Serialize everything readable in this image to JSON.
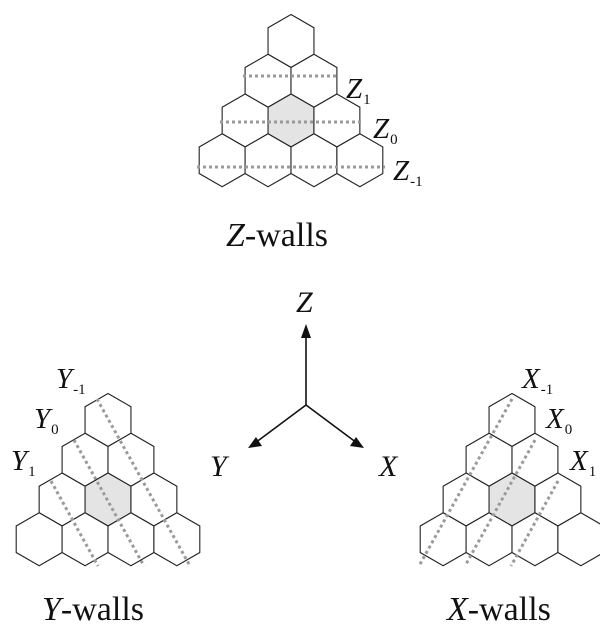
{
  "panels": [
    {
      "id": "z",
      "caption_letter": "Z",
      "caption_suffix": "-walls",
      "wall_labels": [
        {
          "letter": "Z",
          "sub": "1"
        },
        {
          "letter": "Z",
          "sub": "0"
        },
        {
          "letter": "Z",
          "sub": "-1"
        }
      ]
    },
    {
      "id": "y",
      "caption_letter": "Y",
      "caption_suffix": "-walls",
      "wall_labels": [
        {
          "letter": "Y",
          "sub": "-1"
        },
        {
          "letter": "Y",
          "sub": "0"
        },
        {
          "letter": "Y",
          "sub": "1"
        }
      ]
    },
    {
      "id": "x",
      "caption_letter": "X",
      "caption_suffix": "-walls",
      "wall_labels": [
        {
          "letter": "X",
          "sub": "-1"
        },
        {
          "letter": "X",
          "sub": "0"
        },
        {
          "letter": "X",
          "sub": "1"
        }
      ]
    }
  ],
  "axes": {
    "up": "Z",
    "left": "Y",
    "right": "X"
  },
  "colors": {
    "center_cell": "#e4e4e4",
    "wall_line": "#9a9a9a",
    "outline": "#222222"
  }
}
